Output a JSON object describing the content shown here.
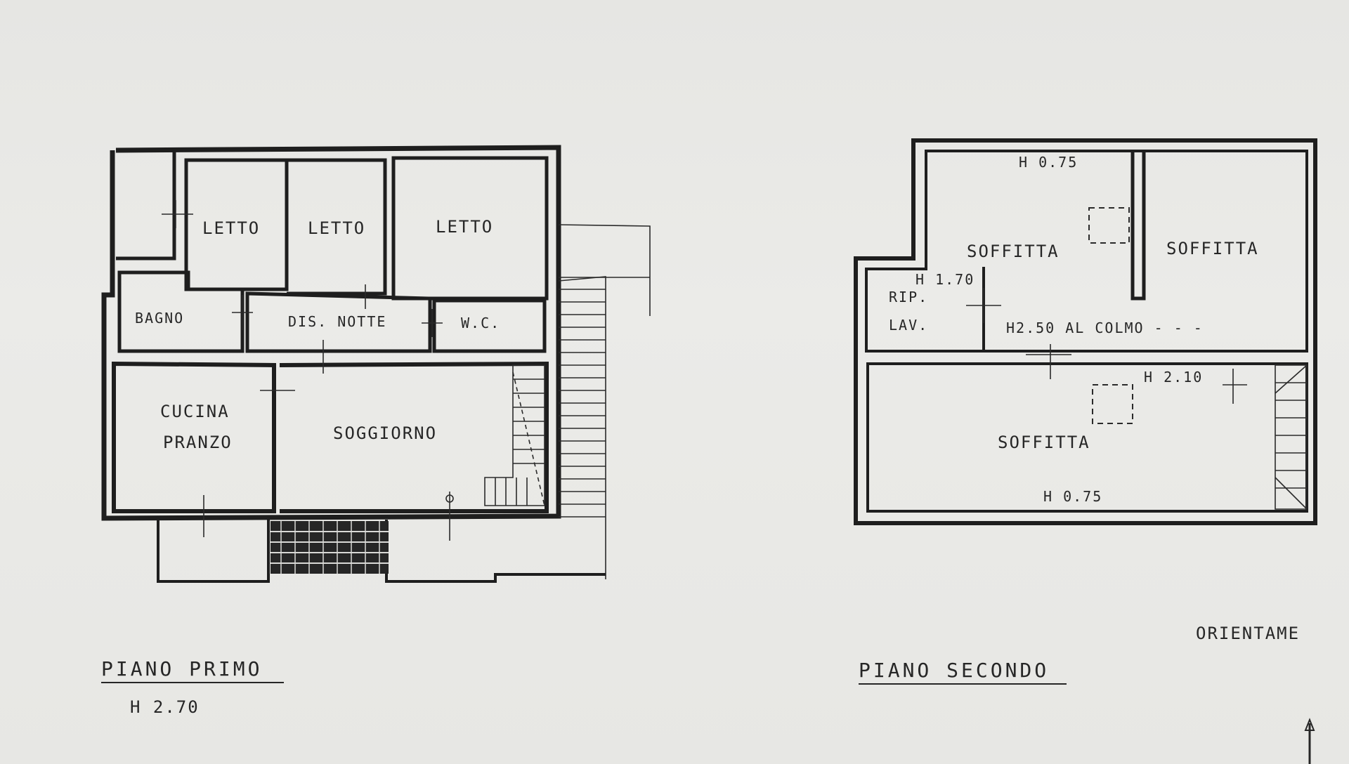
{
  "floor_first": {
    "title": "PIANO  PRIMO",
    "height": "H 2.70",
    "rooms": {
      "letto_1": "LETTO",
      "letto_2": "LETTO",
      "letto_3": "LETTO",
      "bagno": "BAGNO",
      "dis_notte": "DIS. NOTTE",
      "wc": "W.C.",
      "cucina": "CUCINA",
      "pranzo": "PRANZO",
      "soggiorno": "SOGGIORNO"
    }
  },
  "floor_second": {
    "title": "PIANO  SECONDO",
    "rooms": {
      "soffitta_1": "SOFFITTA",
      "soffitta_2": "SOFFITTA",
      "soffitta_3": "SOFFITTA",
      "rip": "RIP.",
      "lav": "LAV."
    },
    "heights": {
      "h075_top": "H 0.75",
      "h170": "H 1.70",
      "h250": "H2.50  AL COLMO - - -",
      "h210": "H 2.10",
      "h075_bottom": "H 0.75"
    }
  },
  "orientation_label": "ORIENTAME"
}
